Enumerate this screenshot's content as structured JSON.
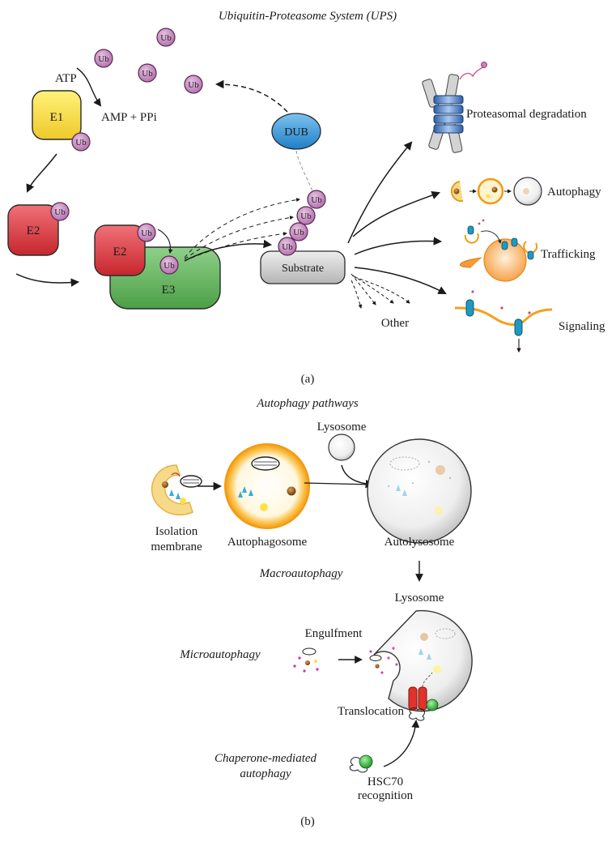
{
  "panel_a": {
    "title": "Ubiquitin-Proteasome System (UPS)",
    "ub": "Ub",
    "atp": "ATP",
    "amp": "AMP + PPi",
    "e1": "E1",
    "e2": "E2",
    "e3": "E3",
    "dub": "DUB",
    "substrate": "Substrate",
    "proteasomal": "Proteasomal degradation",
    "autophagy": "Autophagy",
    "trafficking": "Trafficking",
    "signaling": "Signaling",
    "other": "Other",
    "caption": "(a)"
  },
  "panel_b": {
    "title": "Autophagy pathways",
    "lysosome_top": "Lysosome",
    "isolation_1": "Isolation",
    "isolation_2": "membrane",
    "autophagosome": "Autophagosome",
    "autolysosome": "Autolysosome",
    "macro": "Macroautophagy",
    "lysosome_bottom": "Lysosome",
    "engulfment": "Engulfment",
    "micro": "Microautophagy",
    "translocation": "Translocation",
    "cma_1": "Chaperone-mediated",
    "cma_2": "autophagy",
    "hsc70_1": "HSC70",
    "hsc70_2": "recognition",
    "caption": "(b)"
  },
  "colors": {
    "ub_fill": "#c98fc4",
    "e1_fill": "#f7e04a",
    "e2_fill": "#e0474c",
    "e3_fill": "#6cb865",
    "dub_fill": "#3a9ee0",
    "substrate_fill": "#d4d4d4",
    "autophagosome_ring": "#f3a41e",
    "membrane_fill": "#f7d98a"
  }
}
